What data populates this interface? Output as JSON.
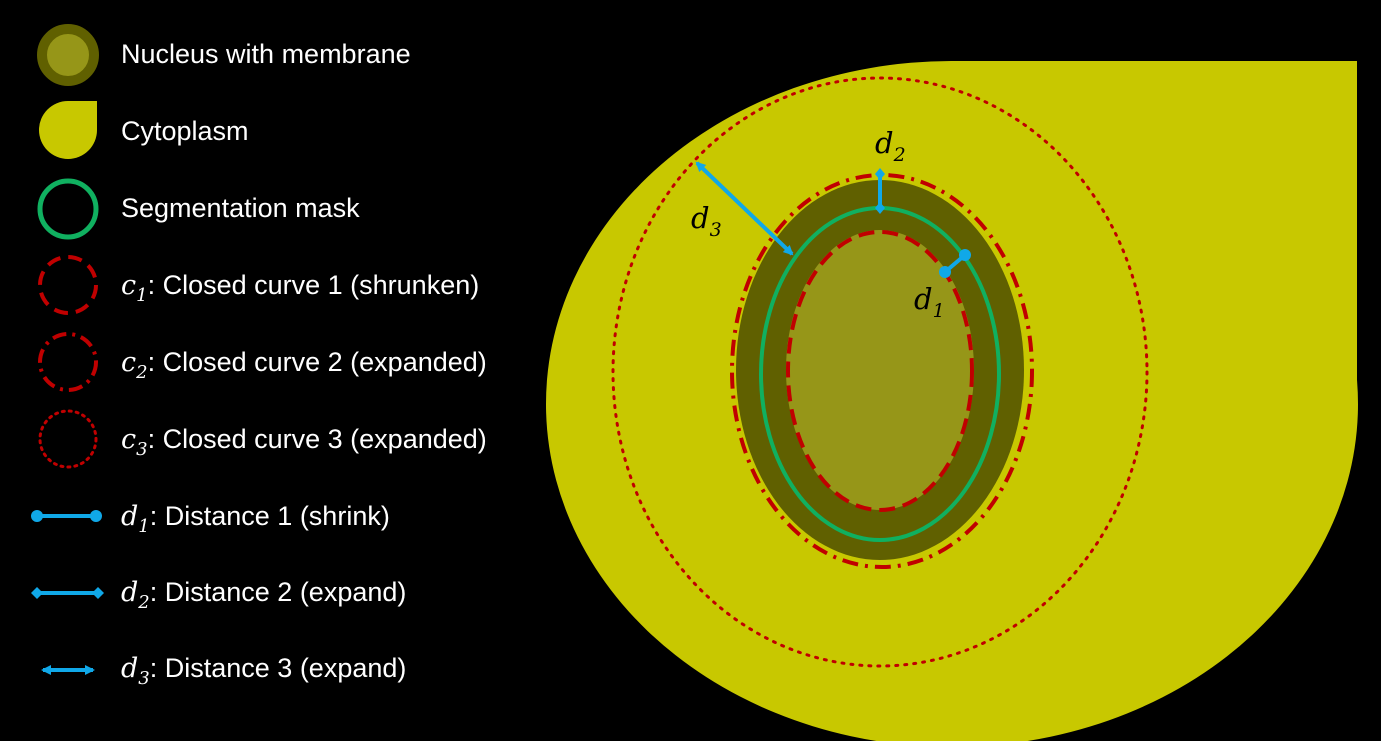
{
  "legend": {
    "nucleus": "Nucleus with membrane",
    "cytoplasm": "Cytoplasm",
    "segmentation": "Segmentation mask",
    "c1": {
      "sym": "c",
      "sub": "1",
      "text": ": Closed curve 1 (shrunken)"
    },
    "c2": {
      "sym": "c",
      "sub": "2",
      "text": ": Closed curve 2 (expanded)"
    },
    "c3": {
      "sym": "c",
      "sub": "3",
      "text": ": Closed curve 3 (expanded)"
    },
    "d1": {
      "sym": "d",
      "sub": "1",
      "text": ": Distance 1 (shrink)"
    },
    "d2": {
      "sym": "d",
      "sub": "2",
      "text": ": Distance 2 (expand)"
    },
    "d3": {
      "sym": "d",
      "sub": "3",
      "text": ": Distance 3 (expand)"
    }
  },
  "diagram": {
    "d1_label": {
      "sym": "d",
      "sub": "1"
    },
    "d2_label": {
      "sym": "d",
      "sub": "2"
    },
    "d3_label": {
      "sym": "d",
      "sub": "3"
    }
  },
  "colors": {
    "background": "#000000",
    "cytoplasm": "#c8c800",
    "membrane": "#606000",
    "nucleus": "#969618",
    "segmentation": "#10b060",
    "curve": "#c00000",
    "distance": "#10a8e8"
  }
}
